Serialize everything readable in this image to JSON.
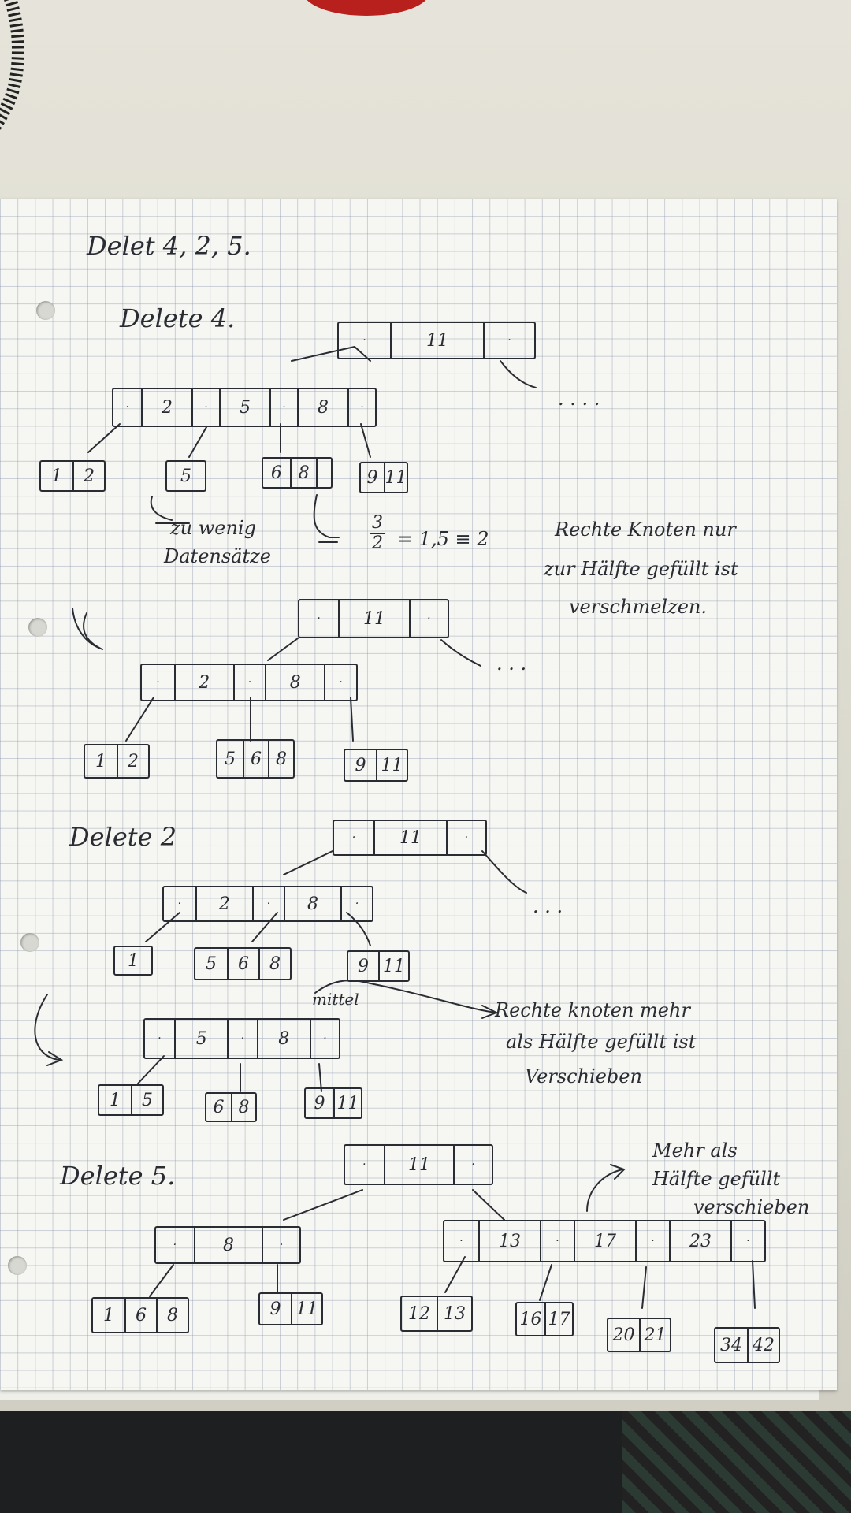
{
  "texts": {
    "title": "Delet 4, 2, 5.",
    "s1_label": "Delete 4.",
    "note_too_few_1": "zu wenig",
    "note_too_few_2": "Datensätze",
    "formula_num": "3",
    "formula_den": "2",
    "formula_rest": "= 1,5 ≡ 2",
    "note_merge_1": "Rechte Knoten nur",
    "note_merge_2": "zur Hälfte gefüllt ist",
    "note_merge_3": "verschmelzen.",
    "dots_1": ". . .  .",
    "dots_2": ". . .",
    "s2_label": "Delete 2",
    "dots_3": ". . .",
    "note_mittel": "mittel",
    "note_shift_1": "Rechte knoten mehr",
    "note_shift_2": "als Hälfte gefüllt ist",
    "note_shift_3": "Verschieben",
    "s3_label": "Delete 5.",
    "note_more_1": "Mehr als",
    "note_more_2": "Hälfte gefüllt",
    "note_more_3": "verschieben"
  },
  "nodes": [
    {
      "name": "s1-root",
      "cells": [
        "·",
        "11",
        "·"
      ]
    },
    {
      "name": "s1-inner",
      "cells": [
        "·",
        "2",
        "·",
        "5",
        "·",
        "8",
        "·"
      ]
    },
    {
      "name": "s1-leaf-1-2",
      "cells": [
        "1",
        "2"
      ]
    },
    {
      "name": "s1-leaf-5",
      "cells": [
        "5"
      ]
    },
    {
      "name": "s1-leaf-6-8",
      "cells": [
        "6",
        "8",
        ""
      ]
    },
    {
      "name": "s1-leaf-9-11",
      "cells": [
        "9",
        "11"
      ]
    },
    {
      "name": "s1b-root",
      "cells": [
        "·",
        "11",
        "·"
      ]
    },
    {
      "name": "s1b-inner",
      "cells": [
        "·",
        "2",
        "·",
        "8",
        "·"
      ]
    },
    {
      "name": "s1b-leaf-1-2",
      "cells": [
        "1",
        "2"
      ]
    },
    {
      "name": "s1b-leaf-5-6-8",
      "cells": [
        "5",
        "6",
        "8"
      ]
    },
    {
      "name": "s1b-leaf-9-11",
      "cells": [
        "9",
        "11"
      ]
    },
    {
      "name": "s2-root",
      "cells": [
        "·",
        "11",
        "·"
      ]
    },
    {
      "name": "s2-inner",
      "cells": [
        "·",
        "2",
        "·",
        "8",
        "·"
      ]
    },
    {
      "name": "s2-leaf-1",
      "cells": [
        "1"
      ]
    },
    {
      "name": "s2-leaf-5-6-8",
      "cells": [
        "5",
        "6",
        "8"
      ]
    },
    {
      "name": "s2-leaf-9-11",
      "cells": [
        "9",
        "11"
      ]
    },
    {
      "name": "s2b-inner",
      "cells": [
        "·",
        "5",
        "·",
        "8",
        "·"
      ]
    },
    {
      "name": "s2b-leaf-1-5",
      "cells": [
        "1",
        "5"
      ]
    },
    {
      "name": "s2b-leaf-6-8",
      "cells": [
        "6",
        "8"
      ]
    },
    {
      "name": "s2b-leaf-9-11",
      "cells": [
        "9",
        "11"
      ]
    },
    {
      "name": "s3-root",
      "cells": [
        "·",
        "11",
        "·"
      ]
    },
    {
      "name": "s3-inner-left",
      "cells": [
        "·",
        "8",
        "·"
      ]
    },
    {
      "name": "s3-inner-right",
      "cells": [
        "·",
        "13",
        "·",
        "17",
        "·",
        "23",
        "·"
      ]
    },
    {
      "name": "s3-leaf-1-6-8",
      "cells": [
        "1",
        "6",
        "8"
      ]
    },
    {
      "name": "s3-leaf-9-11",
      "cells": [
        "9",
        "11"
      ]
    },
    {
      "name": "s3-leaf-12-13",
      "cells": [
        "12",
        "13"
      ]
    },
    {
      "name": "s3-leaf-16-17",
      "cells": [
        "16",
        "17"
      ]
    },
    {
      "name": "s3-leaf-20-21",
      "cells": [
        "20",
        "21"
      ]
    },
    {
      "name": "s3-leaf-34-42",
      "cells": [
        "34",
        "42"
      ]
    }
  ]
}
